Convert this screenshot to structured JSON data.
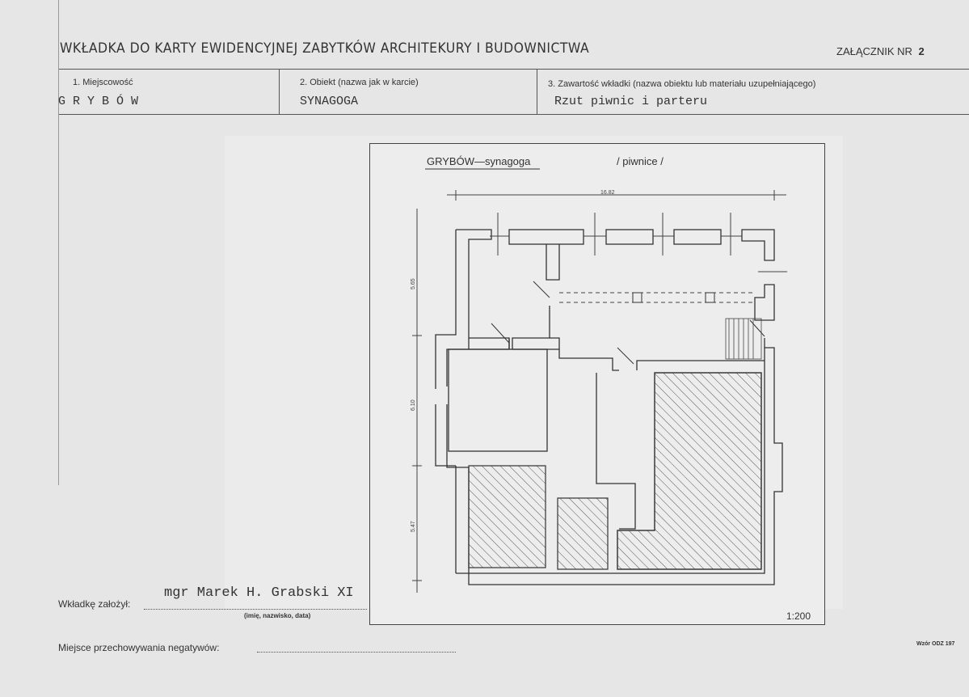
{
  "header": {
    "title": "WKŁADKA DO KARTY EWIDENCYJNEJ ZABYTKÓW ARCHITEKURY I BUDOWNICTWA",
    "annex_label": "ZAŁĄCZNIK NR",
    "annex_number": "2"
  },
  "fields": {
    "locality_label": "1. Miejscowość",
    "locality_value": "G R Y B Ó W",
    "object_label": "2. Obiekt (nazwa jak w karcie)",
    "object_value": "SYNAGOGA",
    "content_label": "3. Zawartość wkładki (nazwa obiektu lub materiału uzupełniającego)",
    "content_value": "Rzut piwnic i parteru"
  },
  "drawing": {
    "title": "GRYBÓW—synagoga",
    "subtitle": "/ piwnice /",
    "dim_top": "16.82",
    "dim_side_1": "5.65",
    "dim_side_2": "6.10",
    "dim_side_3": "5.47",
    "scale": "1:200"
  },
  "footer": {
    "author_label": "Wkładkę założył:",
    "author_value": "mgr Marek H. Grabski XI",
    "author_hint": "(imię, nazwisko, data)",
    "negatives_label": "Miejsce przechowywania negatywów:",
    "print_code": "Wzór ODZ 197"
  }
}
